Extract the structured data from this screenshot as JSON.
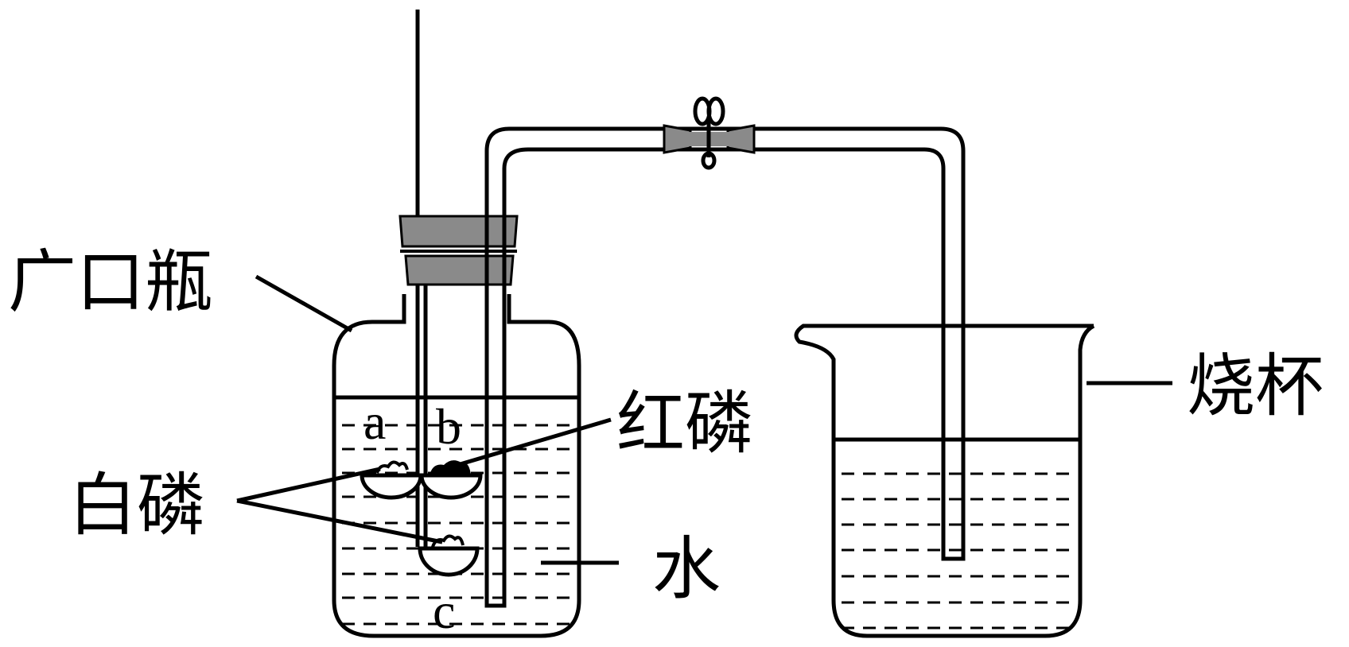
{
  "labels": {
    "wide_mouth_bottle": "广口瓶",
    "white_phosphorus": "白磷",
    "red_phosphorus": "红磷",
    "water": "水",
    "beaker": "烧杯",
    "point_a": "a",
    "point_b": "b",
    "point_c": "c"
  },
  "colors": {
    "stopper": "#8a8a8a",
    "clamp": "#8a8a8a",
    "line": "#000000"
  }
}
